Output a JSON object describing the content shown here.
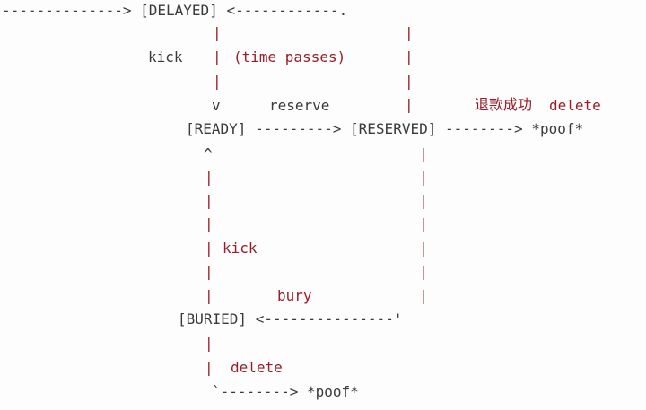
{
  "diagram": {
    "line_delayed": "--------------> [DELAYED] <------------.",
    "bar": "|",
    "kick_top": "kick",
    "time_passes": "(time passes)",
    "v_arrow": "v",
    "reserve": "reserve",
    "refund_cn": "退款成功",
    "delete": "delete",
    "line_ready": "[READY] ---------> [RESERVED] --------> *poof*",
    "caret": "^",
    "kick_mid": "kick",
    "bury": "bury",
    "line_buried": "[BURIED] <---------------'",
    "line_poof": "`--------> *poof*"
  },
  "colors": {
    "text": "#3a3a3a",
    "accent": "#9b1c26",
    "background": "#fdfdfd"
  }
}
